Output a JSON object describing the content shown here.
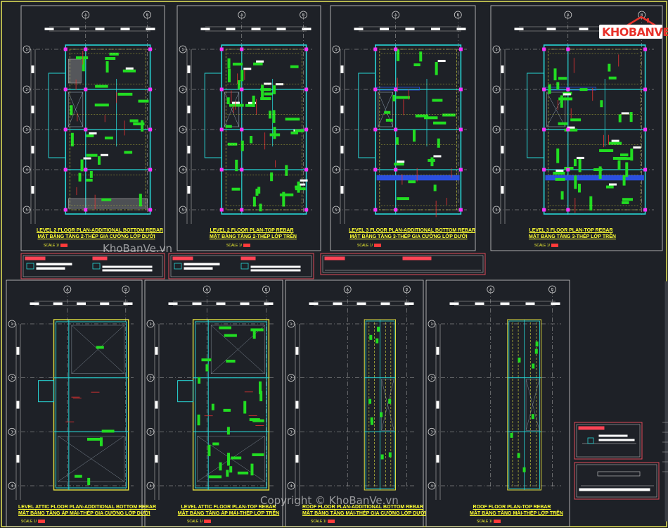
{
  "logo_text": "KHOBANVE",
  "watermarks": {
    "top": "KhoBanVe.vn",
    "bottom": "Copyright © KhoBanVe.vn"
  },
  "sheets": [
    {
      "title": "LEVEL 2 FLOOR PLAN-ADDITIONAL BOTTOM REBAR",
      "subtitle": "MẶT BẰNG TẦNG 2-THÉP GIA CƯỜNG LỚP DƯỚI",
      "scale": "SCALE 1/"
    },
    {
      "title": "LEVEL 2 FLOOR PLAN-TOP REBAR",
      "subtitle": "MẶT BẰNG TẦNG 2-THÉP LỚP TRÊN",
      "scale": "SCALE 1/"
    },
    {
      "title": "LEVEL 3 FLOOR PLAN-ADDITIONAL BOTTOM REBAR",
      "subtitle": "MẶT BẰNG TẦNG 3-THÉP GIA CƯỜNG LỚP DƯỚI",
      "scale": "SCALE 1/"
    },
    {
      "title": "LEVEL 3 FLOOR PLAN-TOP REBAR",
      "subtitle": "MẶT BẰNG TẦNG 3-THÉP LỚP TRÊN",
      "scale": "SCALE 1/"
    },
    {
      "title": "LEVEL ATTIC FLOOR PLAN-ADDITIONAL BOTTOM REBAR",
      "subtitle": "MẶT BẰNG TẦNG ÁP MÁI-THÉP GIA CƯỜNG LỚP DƯỚI",
      "scale": "SCALE 1/"
    },
    {
      "title": "LEVEL ATTIC FLOOR PLAN-TOP REBAR",
      "subtitle": "MẶT BẰNG TẦNG ÁP MÁI-THÉP LỚP TRÊN",
      "scale": "SCALE 1/"
    },
    {
      "title": "ROOF FLOOR PLAN-ADDITIONAL BOTTOM REBAR",
      "subtitle": "MẶT BẰNG TẦNG MÁI-THÉP GIA CƯỜNG LỚP DƯỚI",
      "scale": "SCALE 1/"
    },
    {
      "title": "ROOF FLOOR PLAN-TOP REBAR",
      "subtitle": "MẶT BẰNG TẦNG MÁI-THÉP LỚP TRÊN",
      "scale": "SCALE 1/"
    }
  ],
  "grid_bubbles": {
    "columns": [
      "A",
      "B"
    ],
    "rows": [
      "1",
      "2",
      "3",
      "4",
      "5"
    ]
  },
  "colors": {
    "background": "#1e2127",
    "frame": "#e6e65a",
    "sheet_border": "#d0d0d0",
    "grid": "#b4b4b4",
    "wall": "#27d6d6",
    "rebar": "#22dd22",
    "rebar_red": "#e83232",
    "slab": "#e0e040",
    "beam_blue": "#2a4fe0",
    "title_text": "#ffff33",
    "legend_border": "#e04b5a"
  }
}
